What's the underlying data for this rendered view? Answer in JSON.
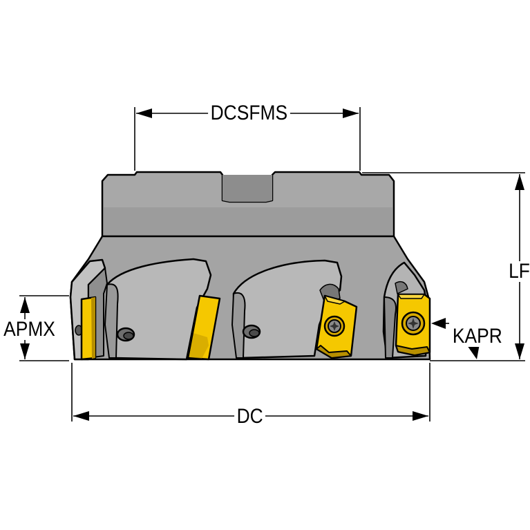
{
  "colors": {
    "body": "#a6a6a6",
    "body_dark": "#5e5e5e",
    "body_light": "#cfcfcf",
    "insert": "#f5c800",
    "insert_dark": "#b78f00",
    "line": "#000000"
  },
  "labels": {
    "dcsfms": "DCSFMS",
    "lf": "LF",
    "apmx": "APMX",
    "kapr": "KAPR",
    "dc": "DC"
  },
  "icons": [
    "arrow-icon",
    "torx-screw-icon"
  ]
}
